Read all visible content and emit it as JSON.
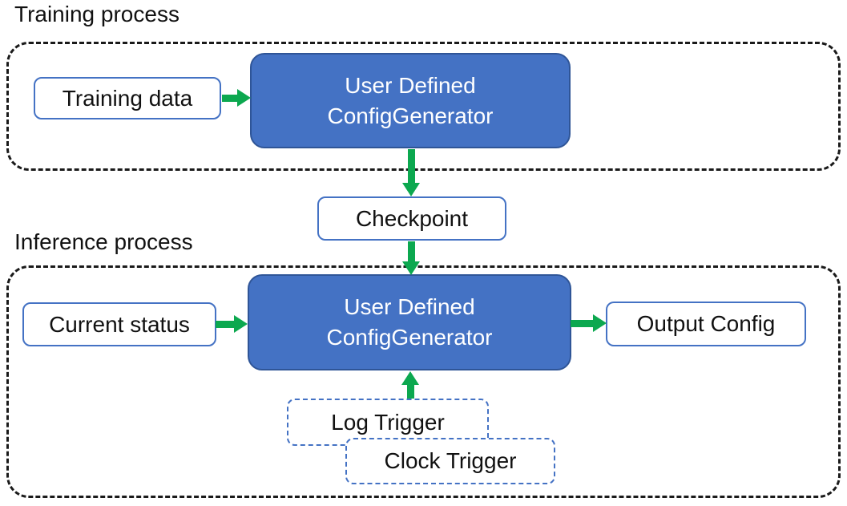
{
  "colors": {
    "blue_fill": "#4472C4",
    "blue_stroke": "#2F5597",
    "green_arrow": "#0CA84F",
    "container_stroke": "#1A1A1A",
    "text": "#111111"
  },
  "training": {
    "section_label": "Training process",
    "training_data": "Training data",
    "generator_line1": "User Defined",
    "generator_line2": "ConfigGenerator"
  },
  "checkpoint": {
    "label": "Checkpoint"
  },
  "inference": {
    "section_label": "Inference process",
    "current_status": "Current status",
    "generator_line1": "User Defined",
    "generator_line2": "ConfigGenerator",
    "output_config": "Output Config",
    "log_trigger": "Log Trigger",
    "clock_trigger": "Clock Trigger"
  }
}
